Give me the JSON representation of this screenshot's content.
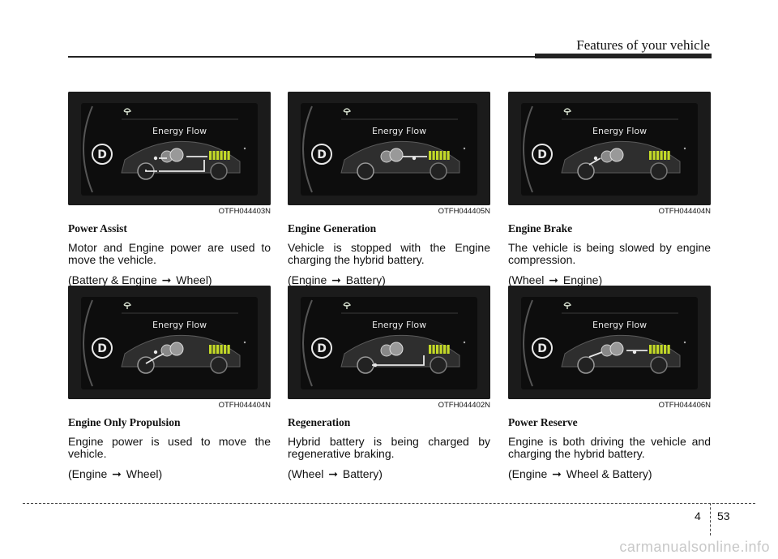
{
  "header": {
    "title": "Features of your vehicle"
  },
  "screen": {
    "title": "Energy Flow",
    "gear": "D"
  },
  "panels": [
    {
      "code": "OTFH044403N",
      "title": "Power Assist",
      "body": "Motor and Engine power are used to move the vehicle.",
      "flow_from": "(Battery & Engine",
      "flow_to": "Wheel)"
    },
    {
      "code": "OTFH044405N",
      "title": "Engine Generation",
      "body": "Vehicle is stopped with the Engine charging the hybrid battery.",
      "flow_from": "(Engine",
      "flow_to": "Battery)"
    },
    {
      "code": "OTFH044404N",
      "title": "Engine Brake",
      "body": "The vehicle is being slowed by engine compression.",
      "flow_from": "(Wheel",
      "flow_to": "Engine)"
    },
    {
      "code": "OTFH044404N",
      "title": "Engine Only Propulsion",
      "body": "Engine power is used to move the vehicle.",
      "flow_from": "(Engine",
      "flow_to": "Wheel)"
    },
    {
      "code": "OTFH044402N",
      "title": "Regeneration",
      "body": "Hybrid battery is being charged by regenerative braking.",
      "flow_from": "(Wheel",
      "flow_to": "Battery)"
    },
    {
      "code": "OTFH044406N",
      "title": "Power Reserve",
      "body": "Engine is both driving the vehicle and charging the hybrid battery.",
      "flow_from": "(Engine",
      "flow_to": "Wheel & Battery)"
    }
  ],
  "footer": {
    "chapter": "4",
    "page": "53",
    "watermark": "carmanualsonline.info"
  }
}
